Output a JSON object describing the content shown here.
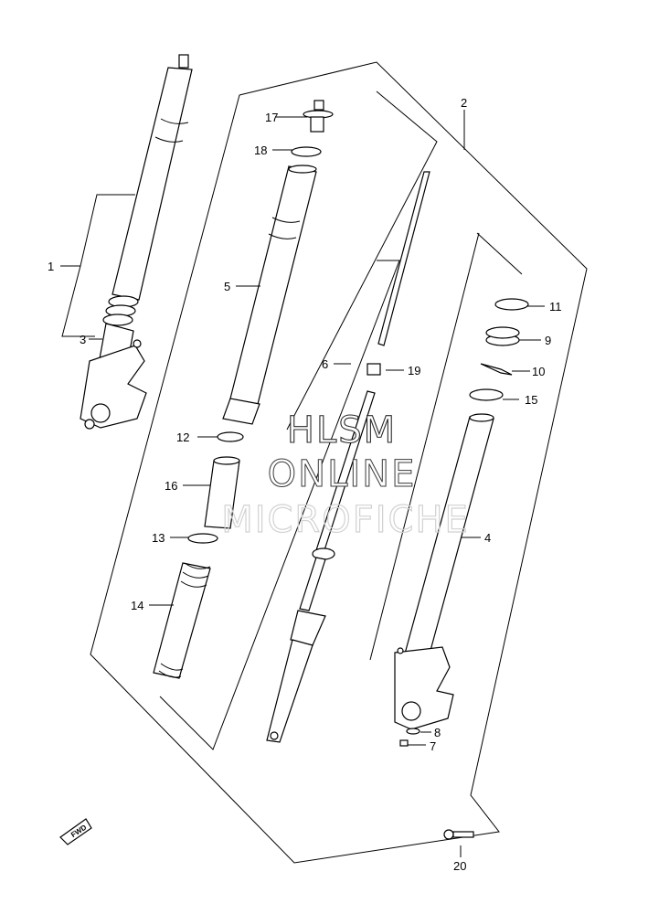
{
  "watermark": {
    "line1": "HLSM",
    "line2": "ONLINE",
    "line3": "MICROFICHE"
  },
  "direction_badge": "FWD",
  "callouts": {
    "c1": "1",
    "c2": "2",
    "c3": "3",
    "c4": "4",
    "c5": "5",
    "c6": "6",
    "c7": "7",
    "c8": "8",
    "c9": "9",
    "c10": "10",
    "c11": "11",
    "c12": "12",
    "c13": "13",
    "c14": "14",
    "c15": "15",
    "c16": "16",
    "c17": "17",
    "c18": "18",
    "c19": "19",
    "c20": "20"
  }
}
